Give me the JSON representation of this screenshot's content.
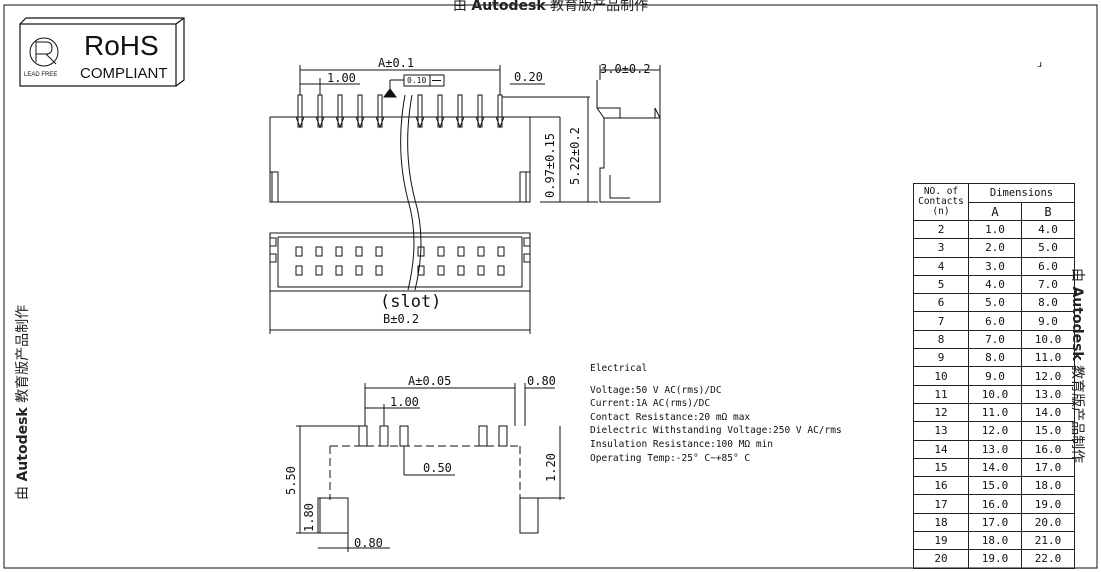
{
  "watermark": {
    "prefix": "由 ",
    "brand": "Autodesk",
    "suffix": " 教育版产品制作"
  },
  "rohs": {
    "title": "RoHS",
    "subtitle": "COMPLIANT",
    "lead_free": "LEAD FREE"
  },
  "dimensions": {
    "top_a": "A±0.1",
    "top_pitch": "1.00",
    "top_tol_box": "0.10",
    "top_right": "0.20",
    "side_width": "3.0±0.2",
    "side_h1": "0.97±0.15",
    "side_h2": "5.22±0.2",
    "slot": "(slot)",
    "bottom_b": "B±0.2",
    "pcb_a": "A±0.05",
    "pcb_right": "0.80",
    "pcb_pitch": "1.00",
    "pcb_pad": "0.50",
    "pcb_height": "5.50",
    "pcb_h2": "1.20",
    "pcb_h3": "1.80",
    "pcb_w": "0.80",
    "mark": "ɹ"
  },
  "electrical": {
    "title": "Electrical",
    "lines": [
      "Voltage:50 V AC(rms)/DC",
      "Current:1A AC(rms)/DC",
      "Contact Resistance:20 mΩ  max",
      "Dielectric Withstanding Voltage:250 V AC/rms",
      "Insulation Resistance:100 MΩ  min",
      "Operating Temp:-25° C~+85° C"
    ]
  },
  "table": {
    "h_contacts_1": "NO. of",
    "h_contacts_2": "Contacts",
    "h_contacts_3": "(n)",
    "h_dimensions": "Dimensions",
    "h_a": "A",
    "h_b": "B",
    "rows": [
      [
        "2",
        "1.0",
        "4.0"
      ],
      [
        "3",
        "2.0",
        "5.0"
      ],
      [
        "4",
        "3.0",
        "6.0"
      ],
      [
        "5",
        "4.0",
        "7.0"
      ],
      [
        "6",
        "5.0",
        "8.0"
      ],
      [
        "7",
        "6.0",
        "9.0"
      ],
      [
        "8",
        "7.0",
        "10.0"
      ],
      [
        "9",
        "8.0",
        "11.0"
      ],
      [
        "10",
        "9.0",
        "12.0"
      ],
      [
        "11",
        "10.0",
        "13.0"
      ],
      [
        "12",
        "11.0",
        "14.0"
      ],
      [
        "13",
        "12.0",
        "15.0"
      ],
      [
        "14",
        "13.0",
        "16.0"
      ],
      [
        "15",
        "14.0",
        "17.0"
      ],
      [
        "16",
        "15.0",
        "18.0"
      ],
      [
        "17",
        "16.0",
        "19.0"
      ],
      [
        "18",
        "17.0",
        "20.0"
      ],
      [
        "19",
        "18.0",
        "21.0"
      ],
      [
        "20",
        "19.0",
        "22.0"
      ]
    ]
  }
}
